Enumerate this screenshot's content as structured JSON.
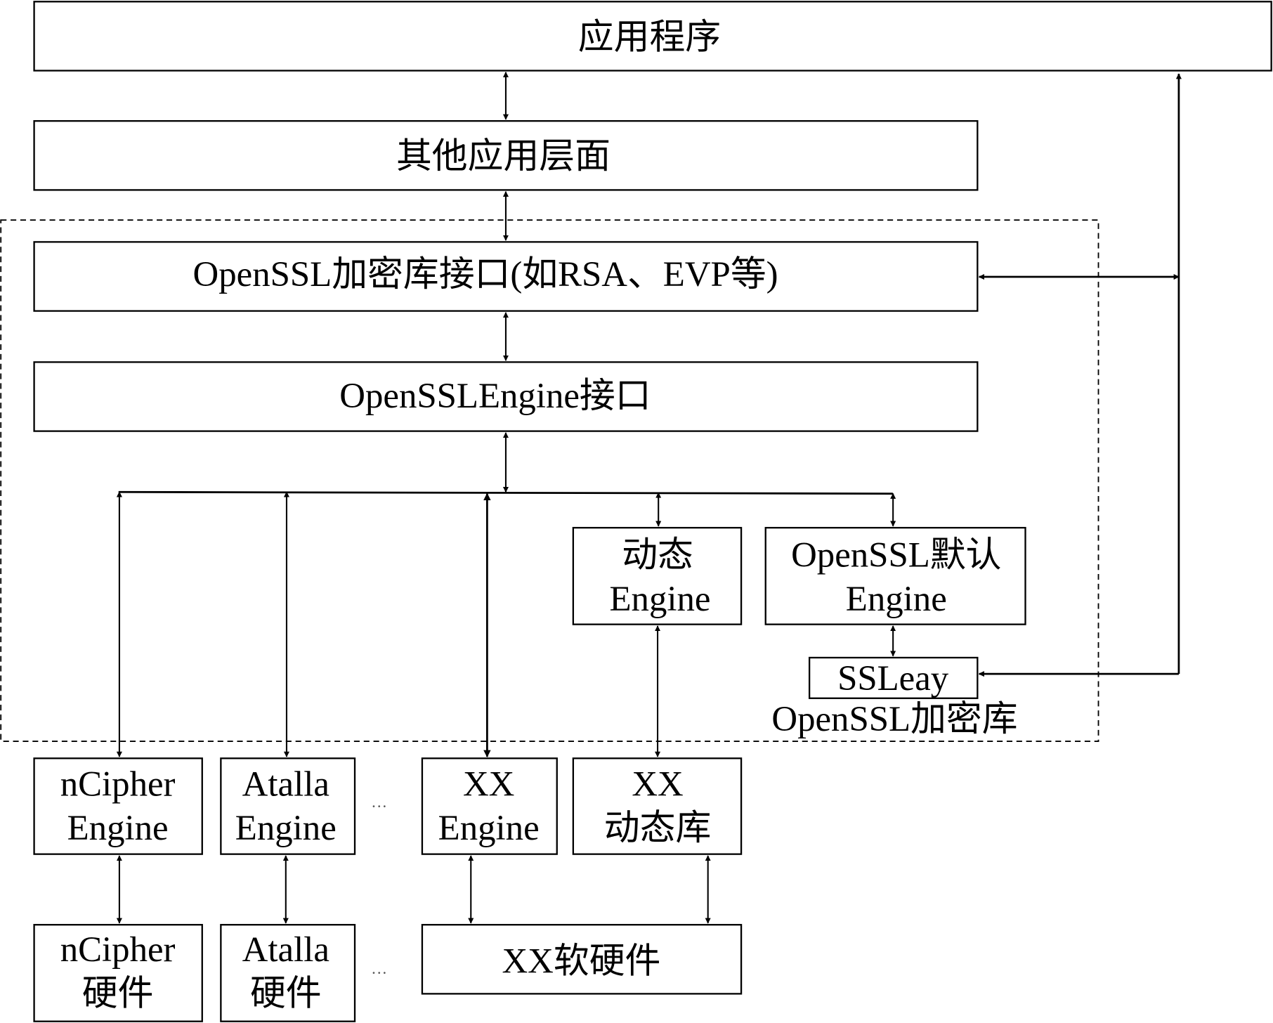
{
  "diagram": {
    "title": "OpenSSL Engine architecture",
    "nodes": {
      "app": "应用程序",
      "other_app_layer": "其他应用层面",
      "crypto_api": "OpenSSL加密库接口(如RSA、EVP等)",
      "engine_api": "OpenSSLEngine接口",
      "dynamic_engine": [
        "动态",
        "Engine"
      ],
      "default_engine": [
        "OpenSSL默认",
        "Engine"
      ],
      "ssleay": "SSLeay",
      "crypto_lib_label": "OpenSSL加密库",
      "ncipher_engine": [
        "nCipher",
        "Engine"
      ],
      "atalla_engine": [
        "Atalla",
        "Engine"
      ],
      "xx_engine": [
        "XX",
        "Engine"
      ],
      "xx_dynlib": [
        "XX",
        "动态库"
      ],
      "ncipher_hw": [
        "nCipher",
        "硬件"
      ],
      "atalla_hw": [
        "Atalla",
        "硬件"
      ],
      "xx_swhw": "XX软硬件",
      "ellipsis": "···"
    },
    "edges": [
      {
        "from": "app",
        "to": "other_app_layer",
        "type": "bidirectional"
      },
      {
        "from": "other_app_layer",
        "to": "crypto_api",
        "type": "bidirectional"
      },
      {
        "from": "crypto_api",
        "to": "engine_api",
        "type": "bidirectional"
      },
      {
        "from": "crypto_api",
        "to": "app",
        "type": "bidirectional"
      },
      {
        "from": "ssleay",
        "to": "app",
        "type": "bidirectional"
      },
      {
        "from": "engine_api",
        "to": "ncipher_engine",
        "type": "bidirectional"
      },
      {
        "from": "engine_api",
        "to": "atalla_engine",
        "type": "bidirectional"
      },
      {
        "from": "engine_api",
        "to": "xx_engine",
        "type": "bidirectional"
      },
      {
        "from": "engine_api",
        "to": "dynamic_engine",
        "type": "bidirectional"
      },
      {
        "from": "engine_api",
        "to": "default_engine",
        "type": "bidirectional"
      },
      {
        "from": "default_engine",
        "to": "ssleay",
        "type": "bidirectional"
      },
      {
        "from": "dynamic_engine",
        "to": "xx_dynlib",
        "type": "bidirectional"
      },
      {
        "from": "ncipher_engine",
        "to": "ncipher_hw",
        "type": "bidirectional"
      },
      {
        "from": "atalla_engine",
        "to": "atalla_hw",
        "type": "bidirectional"
      },
      {
        "from": "xx_engine",
        "to": "xx_swhw",
        "type": "bidirectional"
      },
      {
        "from": "xx_dynlib",
        "to": "xx_swhw",
        "type": "bidirectional"
      }
    ]
  }
}
